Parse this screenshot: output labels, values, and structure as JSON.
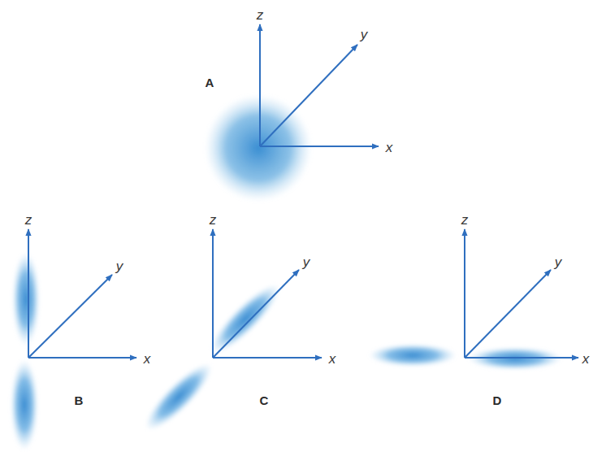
{
  "diagram": {
    "labels": [
      "z",
      "y",
      "A",
      "x",
      "z",
      "y",
      "x",
      "B",
      "z",
      "y",
      "x",
      "C",
      "z",
      "y",
      "x",
      "D"
    ]
  }
}
